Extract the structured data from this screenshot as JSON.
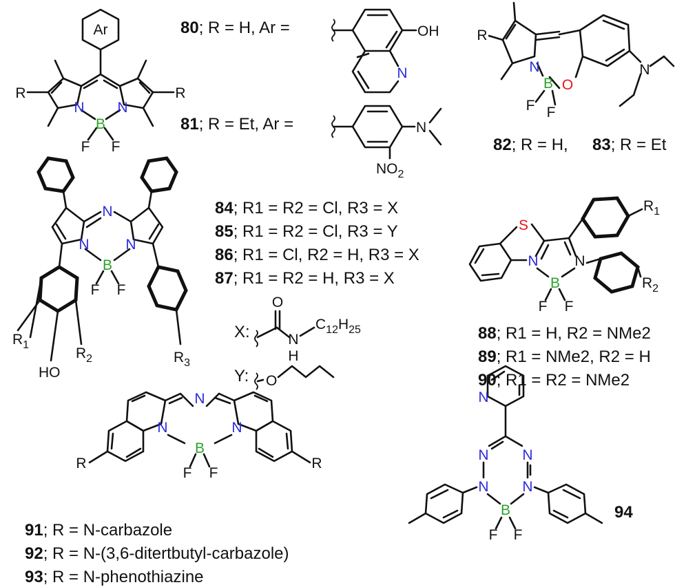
{
  "colors": {
    "N": "#2b2bdc",
    "B": "#29a329",
    "O": "#e8141c",
    "S": "#e8141c",
    "F": "#111111",
    "bond": "#111111"
  },
  "atoms": {
    "N": "N",
    "B": "B",
    "F": "F",
    "O": "O",
    "S": "S",
    "R": "R",
    "HO": "HO",
    "OH": "OH",
    "NO2": "NO",
    "NO2_sub": "2",
    "Ar": "Ar",
    "R1": "R",
    "R1_sub": "1",
    "R2": "R",
    "R2_sub": "2",
    "R3": "R",
    "R3_sub": "3",
    "X_label": "X:",
    "Y_label": "Y:",
    "O_carbonyl": "O",
    "NH_N": "N",
    "NH_H": "H",
    "C12": "C",
    "C12_sub1": "12",
    "C12_H": "H",
    "C12_sub2": "25"
  },
  "labels": {
    "c80": {
      "num": "80",
      "rest": "; R = H, Ar ="
    },
    "c81": {
      "num": "81",
      "rest": "; R = Et, Ar ="
    },
    "c82": {
      "num": "82",
      "rest": "; R = H,"
    },
    "c83": {
      "num": "83",
      "rest": "; R = Et"
    },
    "c84": {
      "num": "84",
      "text": "; R1 = R2 = Cl, R3 = X"
    },
    "c85": {
      "num": "85",
      "text": "; R1 = R2 = Cl, R3 = Y"
    },
    "c86": {
      "num": "86",
      "text": "; R1 = Cl, R2 = H, R3 = X"
    },
    "c87": {
      "num": "87",
      "text": "; R1 = R2 = H, R3 = X"
    },
    "c88": {
      "num": "88",
      "text": "; R1 = H, R2 = NMe2"
    },
    "c89": {
      "num": "89",
      "text": "; R1 = NMe2, R2 = H"
    },
    "c90": {
      "num": "90",
      "text": "; R1 = R2 = NMe2"
    },
    "c91": {
      "num": "91",
      "rest": "; R = N-carbazole"
    },
    "c92": {
      "num": "92",
      "rest": "; R = N-(3,6-ditertbutyl-carbazole)"
    },
    "c93": {
      "num": "93",
      "rest": "; R = N-phenothiazine"
    },
    "c94": {
      "num": "94"
    }
  }
}
